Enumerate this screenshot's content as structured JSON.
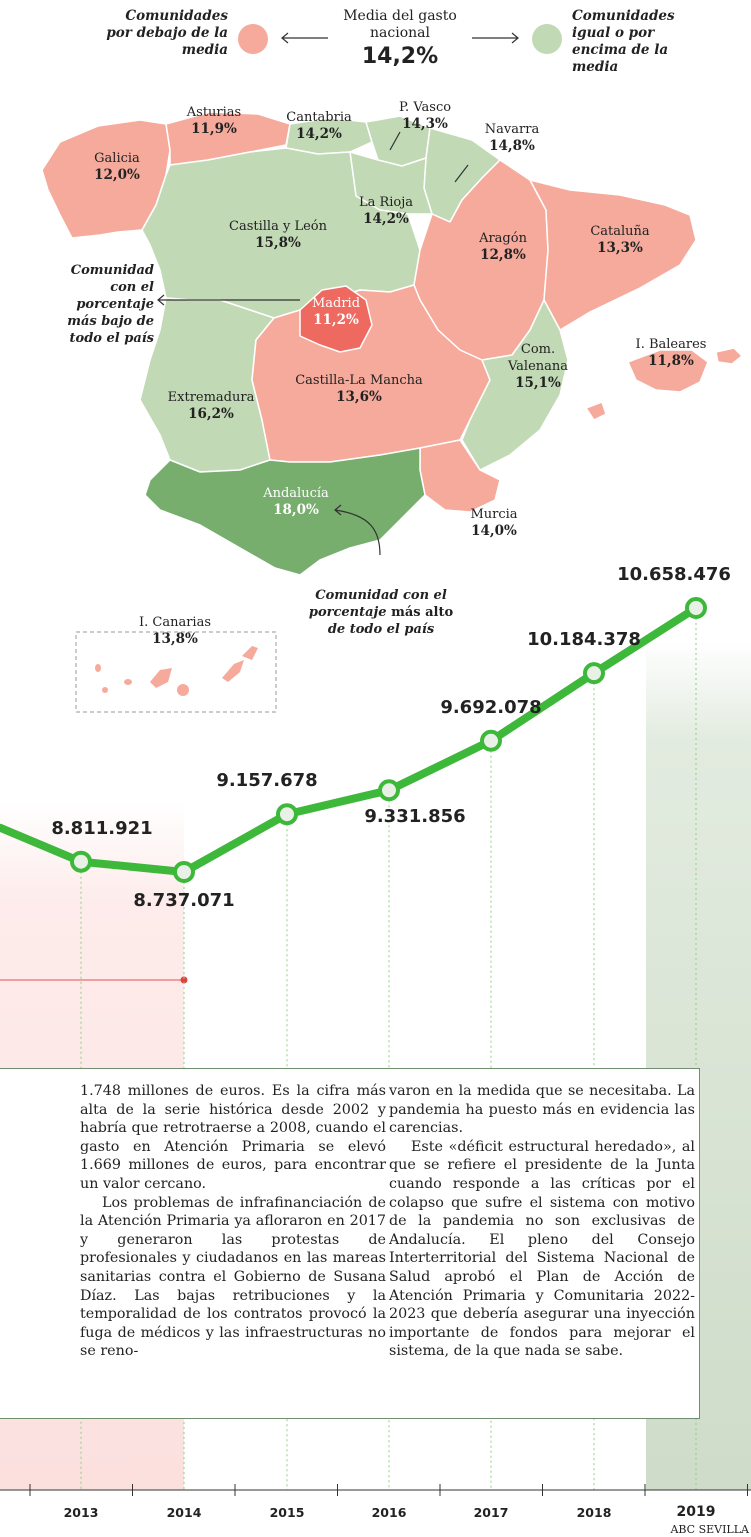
{
  "legend": {
    "below": "Comunidades por debajo de la media",
    "center_title": "Media del gasto nacional",
    "average": "14,2%",
    "above": "Comunidades igual o por encima de la media"
  },
  "colors": {
    "below": "#f5aa9c",
    "above": "#c2d9b5",
    "lowest": "#ee6a60",
    "highest": "#77ad6d",
    "line": "#3db83a"
  },
  "regions": [
    {
      "name": "Galicia",
      "value": "12,0%"
    },
    {
      "name": "Asturias",
      "value": "11,9%"
    },
    {
      "name": "Cantabria",
      "value": "14,2%"
    },
    {
      "name": "P. Vasco",
      "value": "14,3%"
    },
    {
      "name": "Navarra",
      "value": "14,8%"
    },
    {
      "name": "La Rioja",
      "value": "14,2%"
    },
    {
      "name": "Castilla y León",
      "value": "15,8%"
    },
    {
      "name": "Aragón",
      "value": "12,8%"
    },
    {
      "name": "Cataluña",
      "value": "13,3%"
    },
    {
      "name": "Madrid",
      "value": "11,2%"
    },
    {
      "name": "I. Baleares",
      "value": "11,8%"
    },
    {
      "name": "Com. Valenana",
      "value": "15,1%"
    },
    {
      "name": "Extremadura",
      "value": "16,2%"
    },
    {
      "name": "Castilla-La Mancha",
      "value": "13,6%"
    },
    {
      "name": "Andalucía",
      "value": "18,0%"
    },
    {
      "name": "Murcia",
      "value": "14,0%"
    },
    {
      "name": "I. Canarias",
      "value": "13,8%"
    }
  ],
  "notes": {
    "lowest": "Comunidad con el porcentaje más bajo de todo el país",
    "highest_a": "Comunidad con el porcentaje",
    "highest_b": "más alto",
    "highest_c": "de todo el país"
  },
  "chart_data": {
    "type": "line",
    "x": [
      "2013",
      "2014",
      "2015",
      "2016",
      "2017",
      "2018",
      "2019"
    ],
    "values": [
      8811921,
      8737071,
      9157678,
      9331856,
      9692078,
      10184378,
      10658476
    ],
    "value_labels": [
      "8.811.921",
      "8.737.071",
      "9.157.678",
      "9.331.856",
      "9.692.078",
      "10.184.378",
      "10.658.476"
    ]
  },
  "article": {
    "col1_p1": "1.748 millones de euros. Es la cifra más alta de la serie histórica desde 2002 y habría que retrotraerse a 2008, cuando el gasto en Atención Primaria se elevó 1.669 millones de euros, para encontrar un valor cercano.",
    "col1_p2": "Los problemas de infrafinanciación de la Atención Primaria ya afloraron en 2017 y generaron las protestas de profesionales y ciudadanos en las mareas sanitarias contra el Gobierno de Susana Díaz. Las bajas retribuciones y la temporalidad de los contratos provocó la fuga de médicos y las infraestructuras no se reno-",
    "col2_p1": "varon en la medida que se necesitaba. La pandemia ha puesto más en evidencia las carencias.",
    "col2_p2": "Este «déficit estructural heredado», al que se refiere el presidente de la Junta cuando responde a las críticas por el colapso que sufre el sistema con motivo de la pandemia no son exclusivas de Andalucía. El pleno del Consejo Interterritorial del Sistema Nacional de Salud aprobó el Plan de Acción de Atención Primaria y Comunitaria 2022-2023 que debería asegurar una inyección importante de fondos para mejorar el sistema, de la que nada se sabe."
  },
  "credit": "ABC SEVILLA"
}
